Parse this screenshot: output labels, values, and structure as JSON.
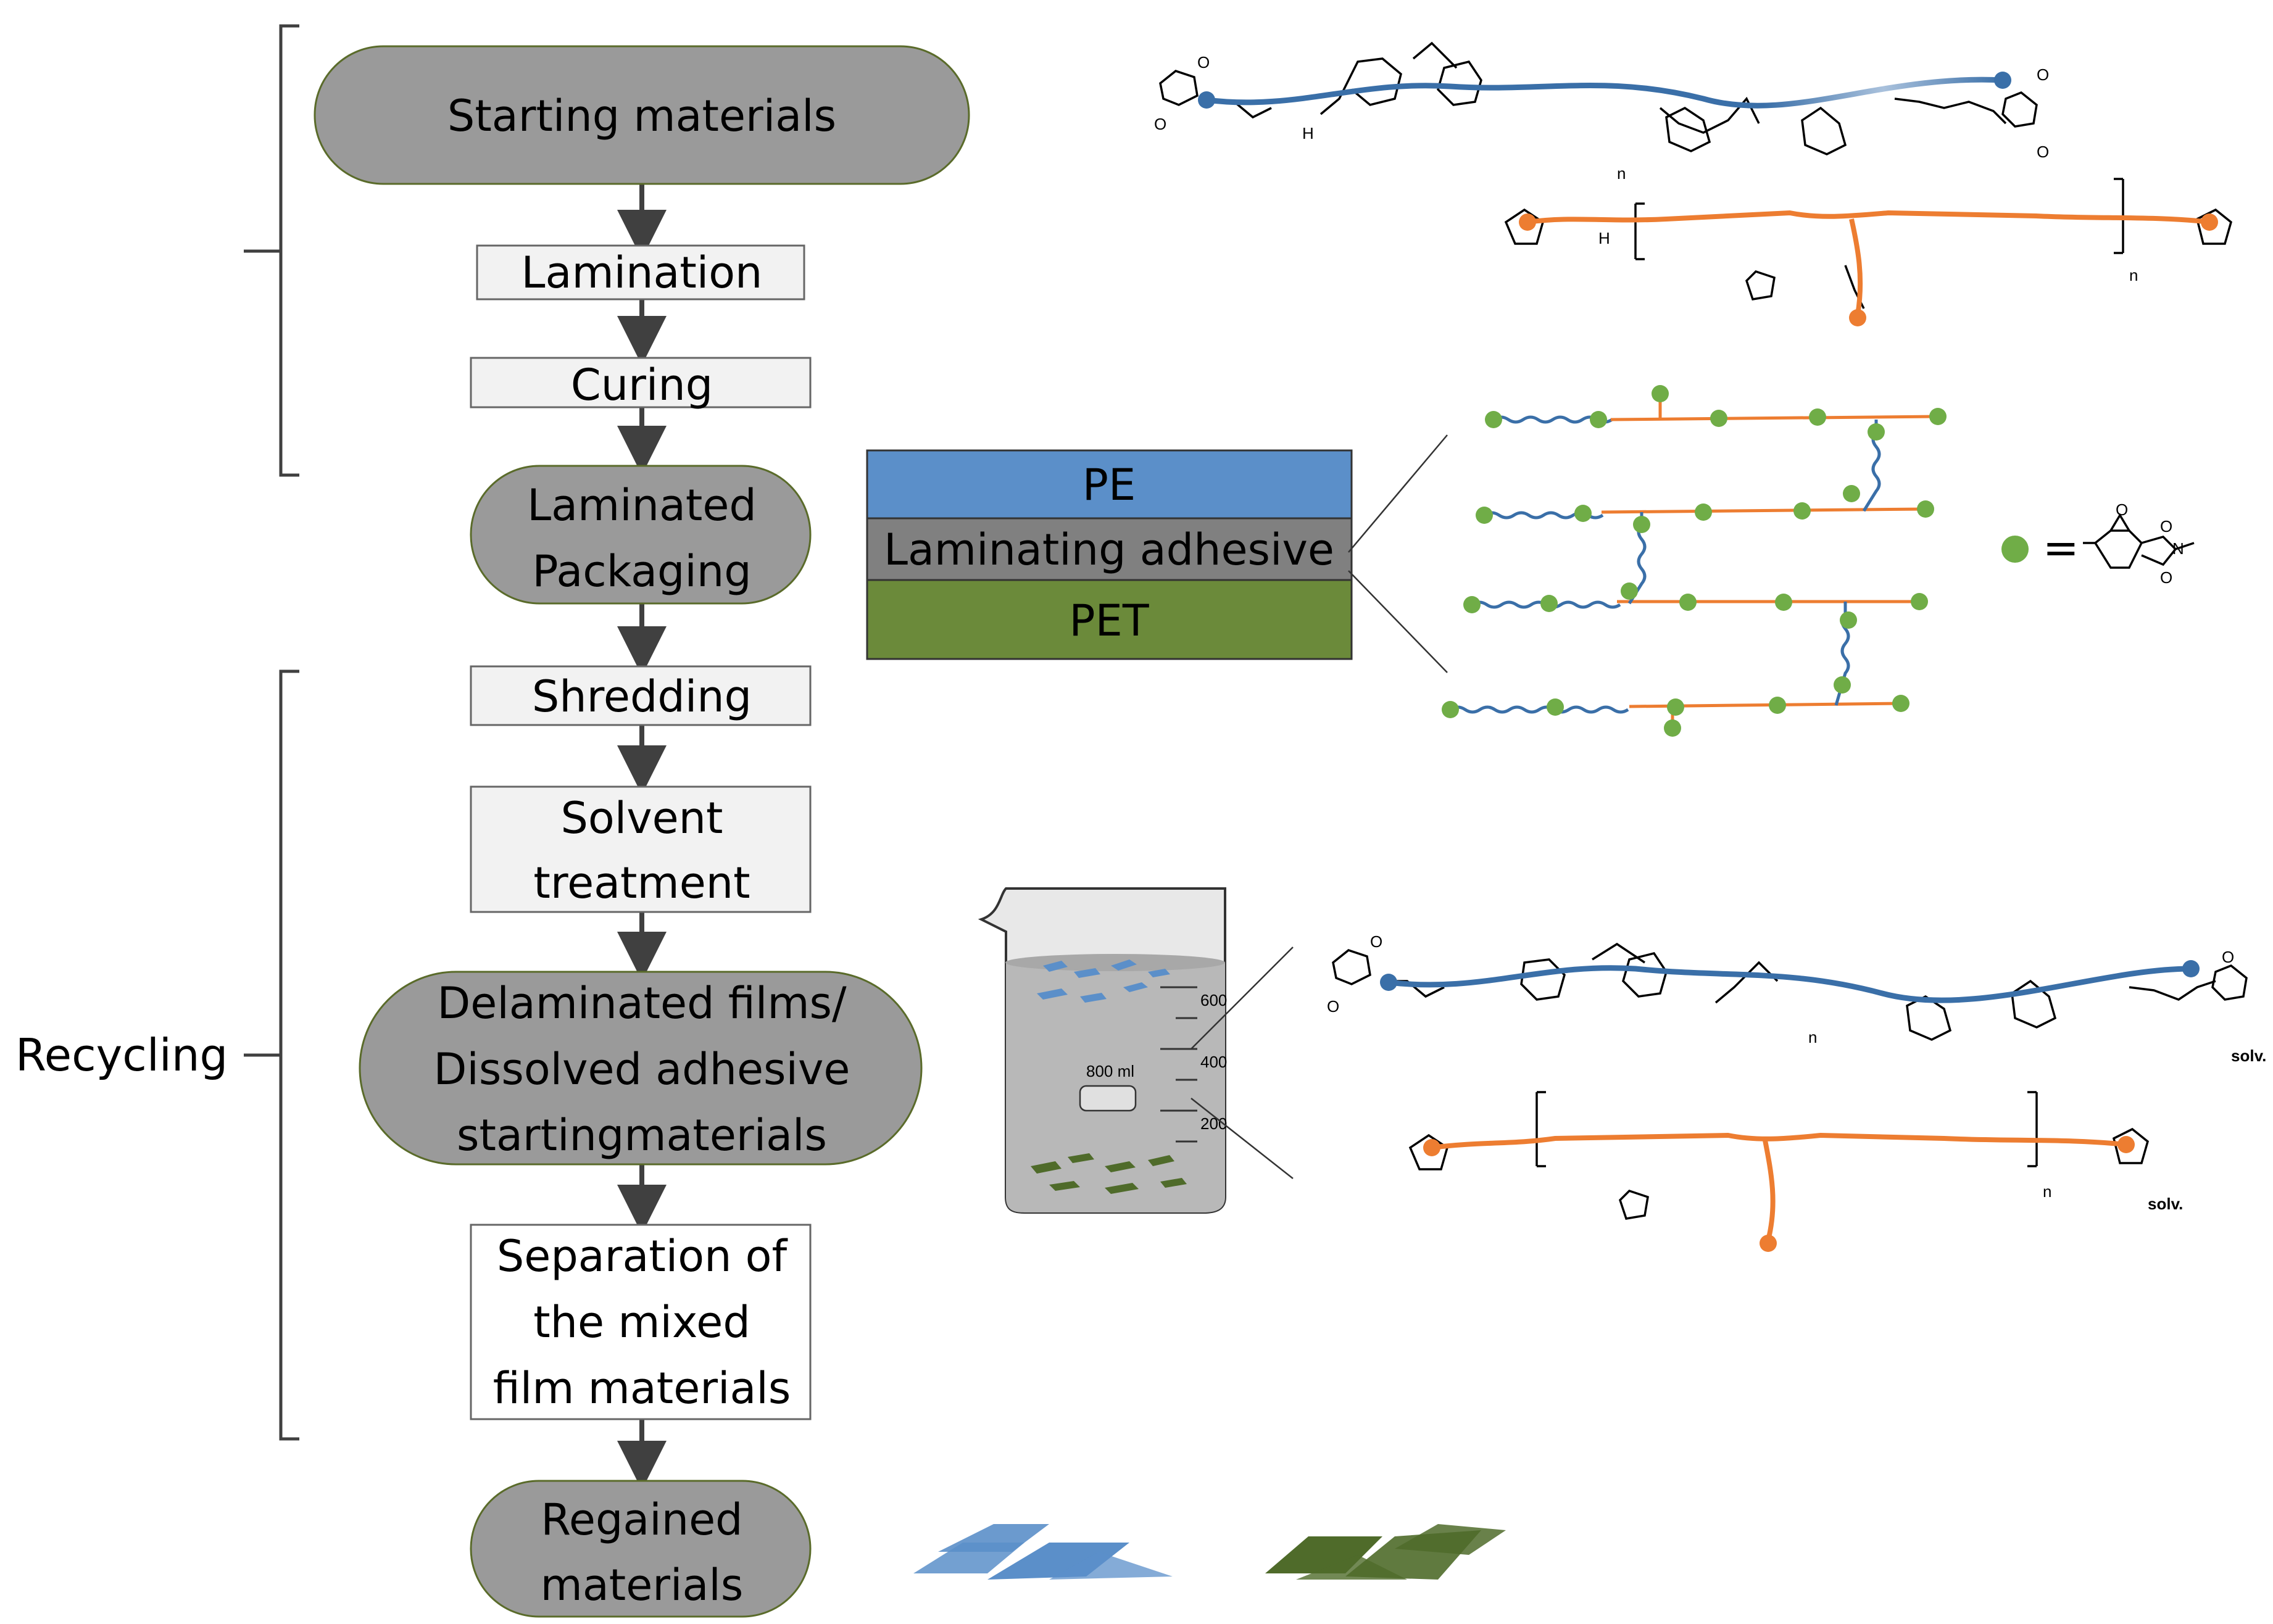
{
  "colors": {
    "terminal_fill": "#9a9a9a",
    "terminal_stroke": "#5a6b2a",
    "process_fill": "#f2f2f2",
    "arrow": "#404040",
    "pe_layer": "#5b8fc9",
    "adhesive_layer": "#808080",
    "pet_layer": "#6b8a3a",
    "polymer_blue": "#3a6fa8",
    "polymer_orange": "#ed7d31",
    "node_green": "#70ad47"
  },
  "flow": {
    "start": "Starting materials",
    "lamination": "Lamination",
    "curing": "Curing",
    "laminated_line1": "Laminated",
    "laminated_line2": "Packaging",
    "shredding": "Shredding",
    "solvent_line1": "Solvent",
    "solvent_line2": "treatment",
    "delam_line1": "Delaminated films/",
    "delam_line2": "Dissolved adhesive",
    "delam_line3": "startingmaterials",
    "sep_line1": "Separation of",
    "sep_line2": "the mixed",
    "sep_line3": "film materials",
    "regained_line1": "Regained",
    "regained_line2": "materials"
  },
  "side_labels": {
    "recycling": "Recycling"
  },
  "layers": {
    "pe": "PE",
    "adhesive": "Laminating adhesive",
    "pet": "PET"
  },
  "legend": {
    "equals": "="
  },
  "beaker": {
    "label": "800 ml",
    "mark_600": "600",
    "mark_400": "400",
    "mark_200": "200"
  },
  "chem": {
    "n": "n",
    "nh": "N",
    "h": "H",
    "o": "O",
    "solv": "solv."
  }
}
